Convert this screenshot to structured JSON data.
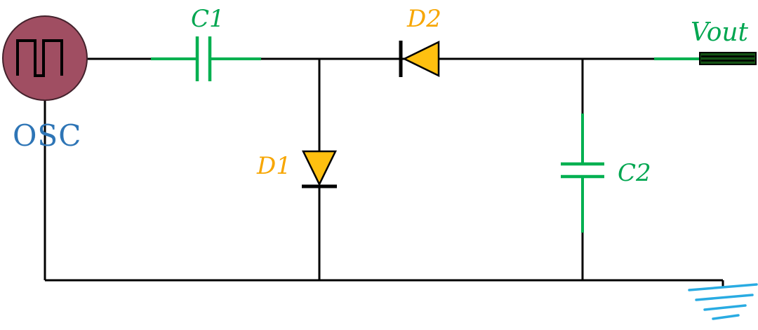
{
  "diagram": {
    "type": "circuit-schematic",
    "description": "Diode clamp / charge-pump style circuit with oscillator source, coupling capacitor, two diodes, output capacitor and output terminal"
  },
  "components": {
    "osc": {
      "label": "OSC"
    },
    "c1": {
      "label": "C1"
    },
    "d1": {
      "label": "D1"
    },
    "d2": {
      "label": "D2"
    },
    "c2": {
      "label": "C2"
    },
    "vout": {
      "label": "Vout"
    }
  },
  "colors": {
    "wire": "#000000",
    "capacitor_green": "#00b050",
    "green_label": "#00a650",
    "diode_fill": "#ffc010",
    "diode_label": "#f7a600",
    "osc_fill": "#a04e62",
    "osc_label": "#2e75b6",
    "ground_cyan": "#29abe2",
    "terminal_fill": "#145214"
  }
}
